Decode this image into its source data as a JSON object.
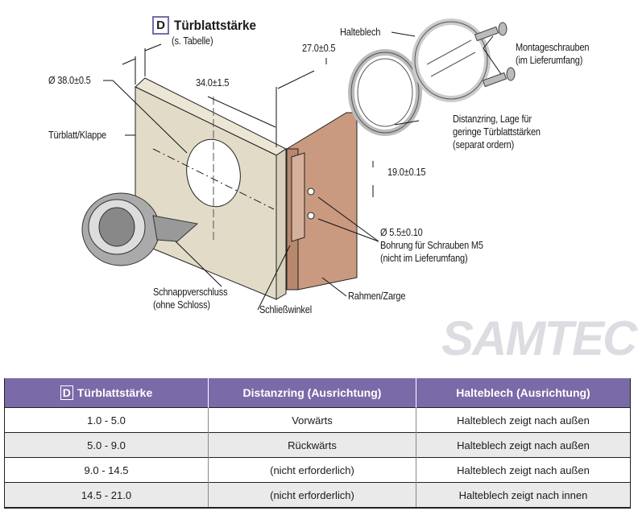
{
  "watermark": "SAMTEC",
  "diagram": {
    "title_badge": "D",
    "title": "Türblattstärke",
    "title_sub": "(s. Tabelle)",
    "labels": {
      "diameter_hole": "Ø 38.0±0.5",
      "dim_34": "34.0±1.5",
      "dim_27": "27.0±0.5",
      "halteblech": "Halteblech",
      "montageschrauben_1": "Montageschrauben",
      "montageschrauben_2": "(im Lieferumfang)",
      "tuerblatt": "Türblatt/Klappe",
      "distanzring_1": "Distanzring, Lage für",
      "distanzring_2": "geringe Türblattstärken",
      "distanzring_3": "(separat ordern)",
      "dim_19": "19.0±0.15",
      "bohrung_1": "Ø 5.5±0.10",
      "bohrung_2": "Bohrung für Schrauben M5",
      "bohrung_3": "(nicht im Lieferumfang)",
      "schnapp_1": "Schnappverschluss",
      "schnapp_2": "(ohne Schloss)",
      "schliesswinkel": "Schließwinkel",
      "rahmen": "Rahmen/Zarge"
    }
  },
  "table": {
    "header_badge": "D",
    "headers": [
      "Türblattstärke",
      "Distanzring (Ausrichtung)",
      "Halteblech (Ausrichtung)"
    ],
    "rows": [
      [
        "1.0 - 5.0",
        "Vorwärts",
        "Halteblech zeigt nach außen"
      ],
      [
        "5.0 - 9.0",
        "Rückwärts",
        "Halteblech zeigt nach außen"
      ],
      [
        "9.0 - 14.5",
        "(nicht erforderlich)",
        "Halteblech zeigt nach außen"
      ],
      [
        "14.5 - 21.0",
        "(nicht erforderlich)",
        "Halteblech zeigt nach innen"
      ]
    ],
    "colors": {
      "header_bg": "#7b6aa8",
      "alt_row": "#eaeaea"
    }
  }
}
